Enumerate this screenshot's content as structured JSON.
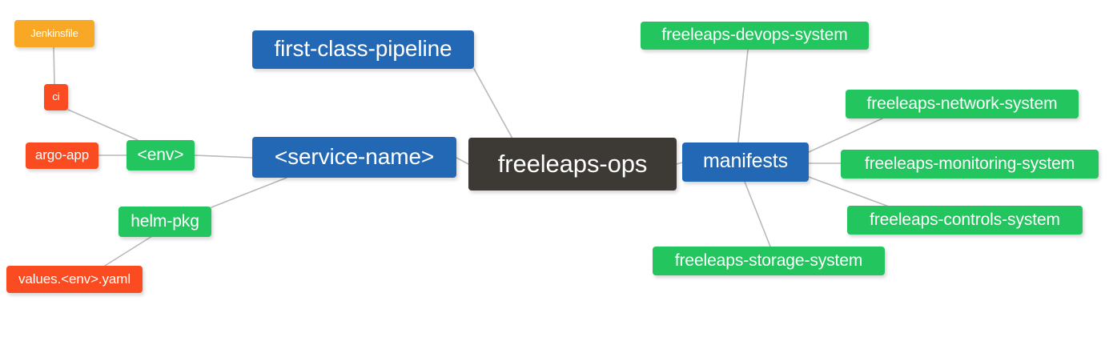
{
  "diagram": {
    "type": "mindmap",
    "title": "freeleaps-ops",
    "background": "#ffffff",
    "edge_color": "#b9b9b9",
    "palette": {
      "root_dark": "#3d3935",
      "blue": "#2368b4",
      "green": "#22c55e",
      "orange": "#f9a826",
      "red_orange": "#fb4b21"
    }
  },
  "nodes": {
    "root": {
      "label": "freeleaps-ops",
      "color": "#3d3935"
    },
    "service_name": {
      "label": "<service-name>",
      "color": "#2368b4"
    },
    "first_class_pipeline": {
      "label": "first-class-pipeline",
      "color": "#2368b4"
    },
    "manifests": {
      "label": "manifests",
      "color": "#2368b4"
    },
    "env": {
      "label": "<env>",
      "color": "#22c55e"
    },
    "helm_pkg": {
      "label": "helm-pkg",
      "color": "#22c55e"
    },
    "jenkinsfile": {
      "label": "Jenkinsfile",
      "color": "#f9a826"
    },
    "ci": {
      "label": "ci",
      "color": "#fb4b21"
    },
    "argo_app": {
      "label": "argo-app",
      "color": "#fb4b21"
    },
    "values_yaml": {
      "label": "values.<env>.yaml",
      "color": "#fb4b21"
    },
    "devops_system": {
      "label": "freeleaps-devops-system",
      "color": "#22c55e"
    },
    "network_system": {
      "label": "freeleaps-network-system",
      "color": "#22c55e"
    },
    "monitoring_system": {
      "label": "freeleaps-monitoring-system",
      "color": "#22c55e"
    },
    "controls_system": {
      "label": "freeleaps-controls-system",
      "color": "#22c55e"
    },
    "storage_system": {
      "label": "freeleaps-storage-system",
      "color": "#22c55e"
    }
  },
  "edges": [
    {
      "from": "root",
      "to": "service_name"
    },
    {
      "from": "root",
      "to": "first_class_pipeline"
    },
    {
      "from": "root",
      "to": "manifests"
    },
    {
      "from": "service_name",
      "to": "env"
    },
    {
      "from": "service_name",
      "to": "helm_pkg"
    },
    {
      "from": "env",
      "to": "ci"
    },
    {
      "from": "env",
      "to": "argo_app"
    },
    {
      "from": "ci",
      "to": "jenkinsfile"
    },
    {
      "from": "helm_pkg",
      "to": "values_yaml"
    },
    {
      "from": "manifests",
      "to": "devops_system"
    },
    {
      "from": "manifests",
      "to": "network_system"
    },
    {
      "from": "manifests",
      "to": "monitoring_system"
    },
    {
      "from": "manifests",
      "to": "controls_system"
    },
    {
      "from": "manifests",
      "to": "storage_system"
    }
  ]
}
